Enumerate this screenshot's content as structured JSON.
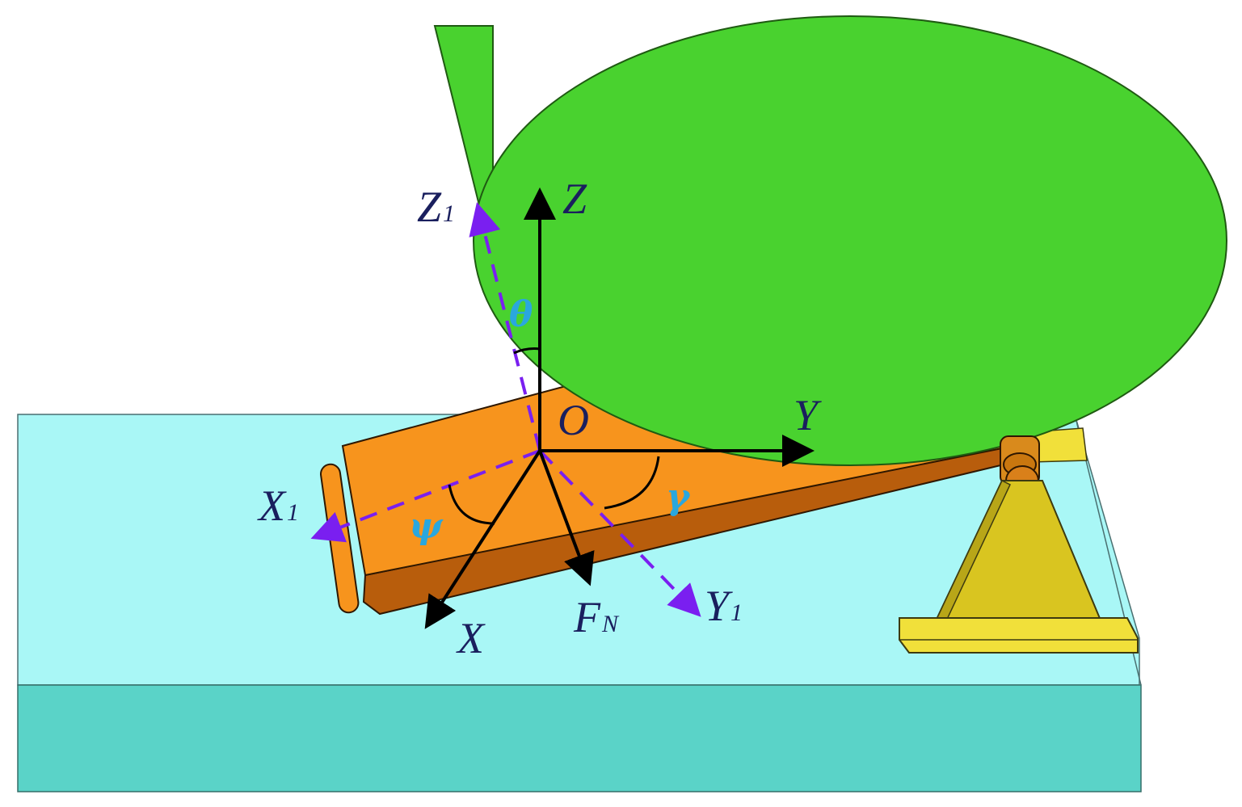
{
  "colors": {
    "background": "#ffffff",
    "ground_top": "#a9f7f6",
    "ground_front": "#5ad3c8",
    "plate_top": "#f7941d",
    "plate_side": "#b85d0c",
    "roller": "#49d22f",
    "support": "#d9c520",
    "axis_solid": "#000000",
    "axis_dashed": "#7a1ff0",
    "label_text": "#1a1f5e",
    "angle_text": "#2aa7de"
  },
  "labels": {
    "origin": "O",
    "z_axis": "Z",
    "y_axis": "Y",
    "x_axis": "X",
    "z1": {
      "main": "Z",
      "sub": "1"
    },
    "x1": {
      "main": "X",
      "sub": "1"
    },
    "y1": {
      "main": "Y",
      "sub": "1"
    },
    "force": {
      "main": "F",
      "sub": "N"
    }
  },
  "angles": {
    "theta": "θ",
    "psi": "ψ",
    "gamma": "γ"
  }
}
